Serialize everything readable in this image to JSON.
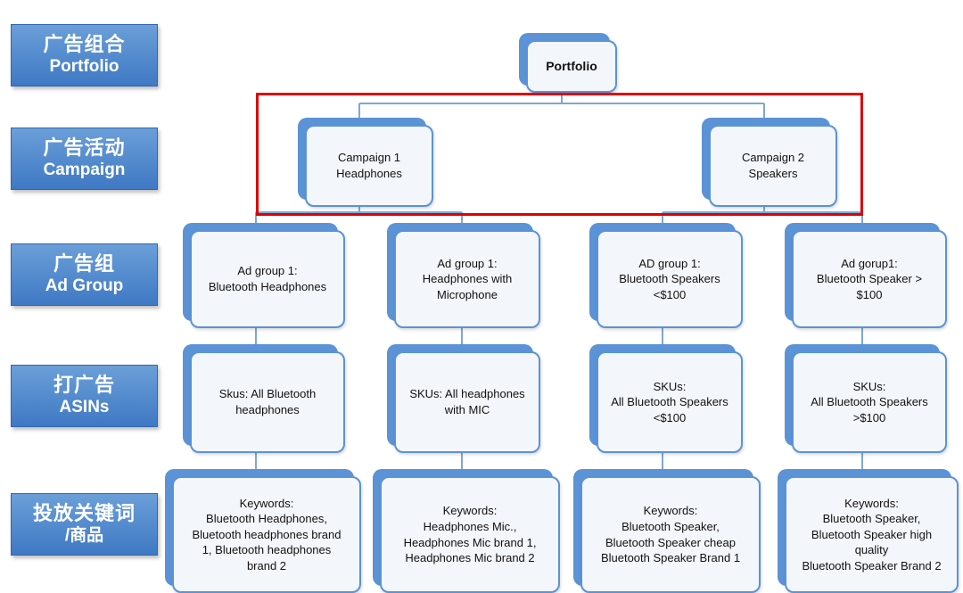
{
  "levels": [
    {
      "zh": "广告组合",
      "en": "Portfolio"
    },
    {
      "zh": "广告活动",
      "en": "Campaign"
    },
    {
      "zh": "广告组",
      "en": "Ad Group"
    },
    {
      "zh": "打广告",
      "en": "ASINs"
    },
    {
      "zh": "投放关键词",
      "en": "/商品"
    }
  ],
  "portfolio": "Portfolio",
  "campaigns": [
    "Campaign 1\nHeadphones",
    "Campaign 2\nSpeakers"
  ],
  "ad_groups": [
    "Ad group 1:\nBluetooth Headphones",
    "Ad group 1:\nHeadphones with\nMicrophone",
    "AD group 1:\nBluetooth Speakers\n<$100",
    "Ad gorup1:\nBluetooth Speaker >\n$100"
  ],
  "asins": [
    "Skus: All Bluetooth\nheadphones",
    "SKUs: All headphones\nwith MIC",
    "SKUs:\nAll Bluetooth Speakers\n<$100",
    "SKUs:\nAll Bluetooth Speakers\n>$100"
  ],
  "keywords": [
    "Keywords:\nBluetooth Headphones,\nBluetooth headphones brand\n1, Bluetooth headphones\nbrand 2",
    "Keywords:\nHeadphones Mic.,\nHeadphones Mic brand 1,\nHeadphones Mic brand 2",
    "Keywords:\nBluetooth Speaker,\nBluetooth Speaker cheap\nBluetooth Speaker Brand 1",
    "Keywords:\nBluetooth Speaker,\nBluetooth Speaker high\nquality\nBluetooth Speaker Brand 2"
  ],
  "colors": {
    "badge": "#4a84cc",
    "node_border": "#5b93d6",
    "node_fill": "#f3f6fb",
    "highlight": "#e00000",
    "connector": "#7da7d9"
  }
}
